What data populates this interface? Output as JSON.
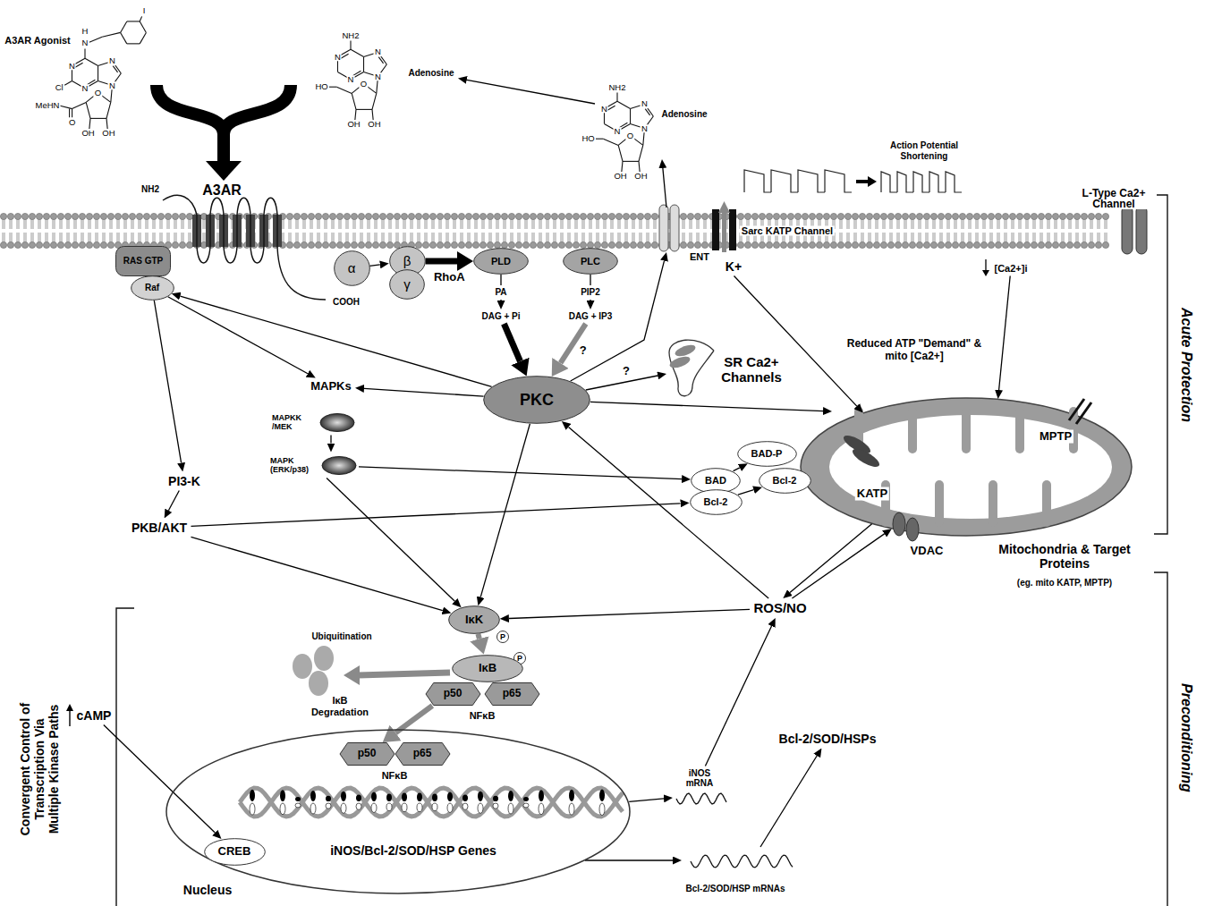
{
  "diagram": {
    "nodes": [
      {
        "text": [
          "RAS GTP"
        ]
      },
      {
        "text": [
          "Raf"
        ]
      },
      {
        "text": [
          "α"
        ]
      },
      {
        "text": [
          "β"
        ]
      },
      {
        "text": [
          "γ"
        ]
      },
      {
        "text": [
          "PLD"
        ]
      },
      {
        "text": [
          "PLC"
        ]
      },
      {
        "text": [
          "PA"
        ]
      },
      {
        "text": [
          "DAG + Pi"
        ]
      },
      {
        "text": [
          "PIP2"
        ]
      },
      {
        "text": [
          "DAG + IP3"
        ]
      },
      {
        "text": [
          "PKC"
        ]
      },
      {
        "text": [
          "ENT"
        ]
      },
      {
        "text": [
          "Adenosine"
        ]
      },
      {
        "text": [
          "Adenosine"
        ]
      },
      {
        "text": [
          "K+"
        ]
      },
      {
        "text": [
          "[Ca2+]i"
        ]
      },
      {
        "text": [
          "SR Ca2+ Channels"
        ]
      },
      {
        "text": [
          "MAPKs"
        ]
      },
      {
        "text": [
          "MAPKK /MEK"
        ]
      },
      {
        "text": [
          "MAPK (ERK/p38)"
        ]
      },
      {
        "text": [
          "PI3-K"
        ]
      },
      {
        "text": [
          "PKB/AKT"
        ]
      },
      {
        "text": [
          "BAD"
        ]
      },
      {
        "text": [
          "Bcl-2"
        ]
      },
      {
        "text": [
          "BAD-P"
        ]
      },
      {
        "text": [
          "Bcl-2"
        ]
      },
      {
        "text": [
          "KATP",
          "MPTP"
        ]
      },
      {
        "text": [
          "ROS/NO"
        ]
      },
      {
        "text": [
          "IκK"
        ]
      },
      {
        "text": [
          "IκB"
        ]
      },
      {
        "text": [
          "p50"
        ]
      },
      {
        "text": [
          "p65"
        ]
      },
      {
        "text": [
          "Nucleus"
        ]
      },
      {
        "text": [
          "p50"
        ],
        "in": 33
      },
      {
        "text": [
          "p65"
        ],
        "in": 33
      },
      {
        "text": [
          "CREB"
        ],
        "in": 33
      },
      {
        "text": [
          "cAMP"
        ]
      },
      {
        "text": [
          "iNOS mRNA"
        ]
      },
      {
        "text": [
          "Bcl-2/SOD/HSP mRNAs"
        ]
      },
      {
        "text": [
          "Bcl-2/SOD/HSPs"
        ]
      }
    ],
    "edges": [
      {
        "from": 2,
        "to": 3,
        "arrow": "to"
      },
      {
        "from": 3,
        "to": 5,
        "label": "RhoA",
        "arrow": "to"
      },
      {
        "from": 5,
        "to": 7,
        "arrow": "none"
      },
      {
        "from": 7,
        "to": 8,
        "arrow": "to"
      },
      {
        "from": 6,
        "to": 9,
        "arrow": "none"
      },
      {
        "from": 9,
        "to": 10,
        "arrow": "to"
      },
      {
        "from": 8,
        "to": 11,
        "arrow": "to"
      },
      {
        "from": 10,
        "to": 11,
        "label": "?",
        "arrow": "to"
      },
      {
        "from": 11,
        "to": 1,
        "arrow": "to"
      },
      {
        "from": 11,
        "to": 18,
        "arrow": "to"
      },
      {
        "from": 11,
        "to": 29,
        "arrow": "to"
      },
      {
        "from": 11,
        "to": 17,
        "label": "?",
        "arrow": "to"
      },
      {
        "from": 11,
        "to": 12,
        "arrow": "to"
      },
      {
        "from": 11,
        "to": 27,
        "arrow": "to"
      },
      {
        "from": 12,
        "to": 13,
        "arrow": "to"
      },
      {
        "from": 13,
        "to": 14,
        "arrow": "to"
      },
      {
        "from": 1,
        "to": 21,
        "arrow": "to"
      },
      {
        "from": 1,
        "to": 18,
        "arrow": "to"
      },
      {
        "from": 21,
        "to": 22,
        "arrow": "to"
      },
      {
        "from": 19,
        "to": 20,
        "arrow": "to"
      },
      {
        "from": 20,
        "to": 23,
        "arrow": "to"
      },
      {
        "from": 20,
        "to": 29,
        "arrow": "to"
      },
      {
        "from": 22,
        "to": 24,
        "arrow": "to"
      },
      {
        "from": 22,
        "to": 29,
        "arrow": "to"
      },
      {
        "from": 23,
        "to": 25,
        "arrow": "to"
      },
      {
        "from": 24,
        "to": 26,
        "arrow": "to"
      },
      {
        "from": 28,
        "to": 29,
        "arrow": "to"
      },
      {
        "from": 28,
        "to": 11,
        "arrow": "to"
      },
      {
        "from": 28,
        "to": 27,
        "arrow": "to"
      },
      {
        "from": 27,
        "to": 28,
        "arrow": "to"
      },
      {
        "from": 29,
        "to": 30,
        "arrow": "to"
      },
      {
        "from": 31,
        "to": 34,
        "arrow": "to"
      },
      {
        "from": 37,
        "to": 36,
        "arrow": "to"
      },
      {
        "from": 33,
        "to": 38,
        "arrow": "to"
      },
      {
        "from": 33,
        "to": 39,
        "arrow": "to"
      },
      {
        "from": 38,
        "to": 28,
        "arrow": "to"
      },
      {
        "from": 39,
        "to": 40,
        "arrow": "to"
      },
      {
        "from": 15,
        "to": 27,
        "arrow": "to"
      },
      {
        "from": 16,
        "to": 27,
        "arrow": "to"
      }
    ],
    "labels": [
      "A3AR Agonist",
      "I",
      "H",
      "N",
      "N",
      "N",
      "N",
      "N",
      "Cl",
      "O",
      "O",
      "MeHN",
      "OH",
      "OH",
      "NH2",
      "N",
      "N",
      "N",
      "N",
      "O",
      "HO",
      "OH",
      "OH",
      "NH2",
      "N",
      "N",
      "N",
      "N",
      "O",
      "HO",
      "OH",
      "OH",
      "A3AR",
      "NH2",
      "COOH",
      "Sarc KATP Channel",
      "L-Type Ca2+ Channel",
      "Action Potential Shortening",
      "Reduced ATP \"Demand\" & mito [Ca2+]",
      "VDAC",
      "Mitochondria & Target Proteins",
      "(eg. mito KATP, MPTP)",
      "Ubiquitination",
      "IκB Degradation",
      "NFκB",
      "NFκB",
      "iNOS/Bcl-2/SOD/HSP Genes",
      "Acute Protection",
      "Preconditioning",
      "Convergent Control of Transcription Via Multiple Kinase Paths",
      "P",
      "P"
    ]
  }
}
